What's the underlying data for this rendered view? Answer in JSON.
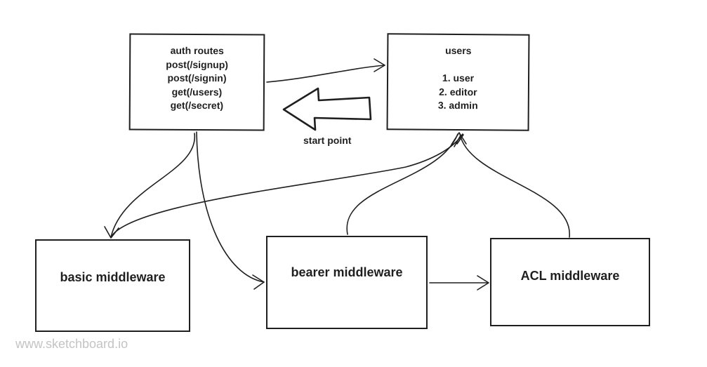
{
  "nodes": {
    "auth": {
      "lines": [
        "auth routes",
        "post(/signup)",
        "post(/signin)",
        "get(/users)",
        "get(/secret)"
      ]
    },
    "users": {
      "title": "users",
      "lines": [
        "1. user",
        "2. editor",
        "3. admin"
      ]
    },
    "basic": {
      "label": "basic middleware"
    },
    "bearer": {
      "label": "bearer middleware"
    },
    "acl": {
      "label": "ACL middleware"
    }
  },
  "annotations": {
    "start_point": "start point"
  },
  "edges": [
    {
      "from": "auth",
      "to": "users"
    },
    {
      "from": "auth",
      "to": "basic"
    },
    {
      "from": "auth",
      "to": "bearer"
    },
    {
      "from": "basic",
      "to": "users"
    },
    {
      "from": "bearer",
      "to": "users"
    },
    {
      "from": "acl",
      "to": "users"
    },
    {
      "from": "bearer",
      "to": "acl"
    }
  ],
  "watermark": "www.sketchboard.io",
  "colors": {
    "stroke": "#1f1f1f",
    "watermark": "#c4c4c4",
    "background": "#ffffff"
  }
}
